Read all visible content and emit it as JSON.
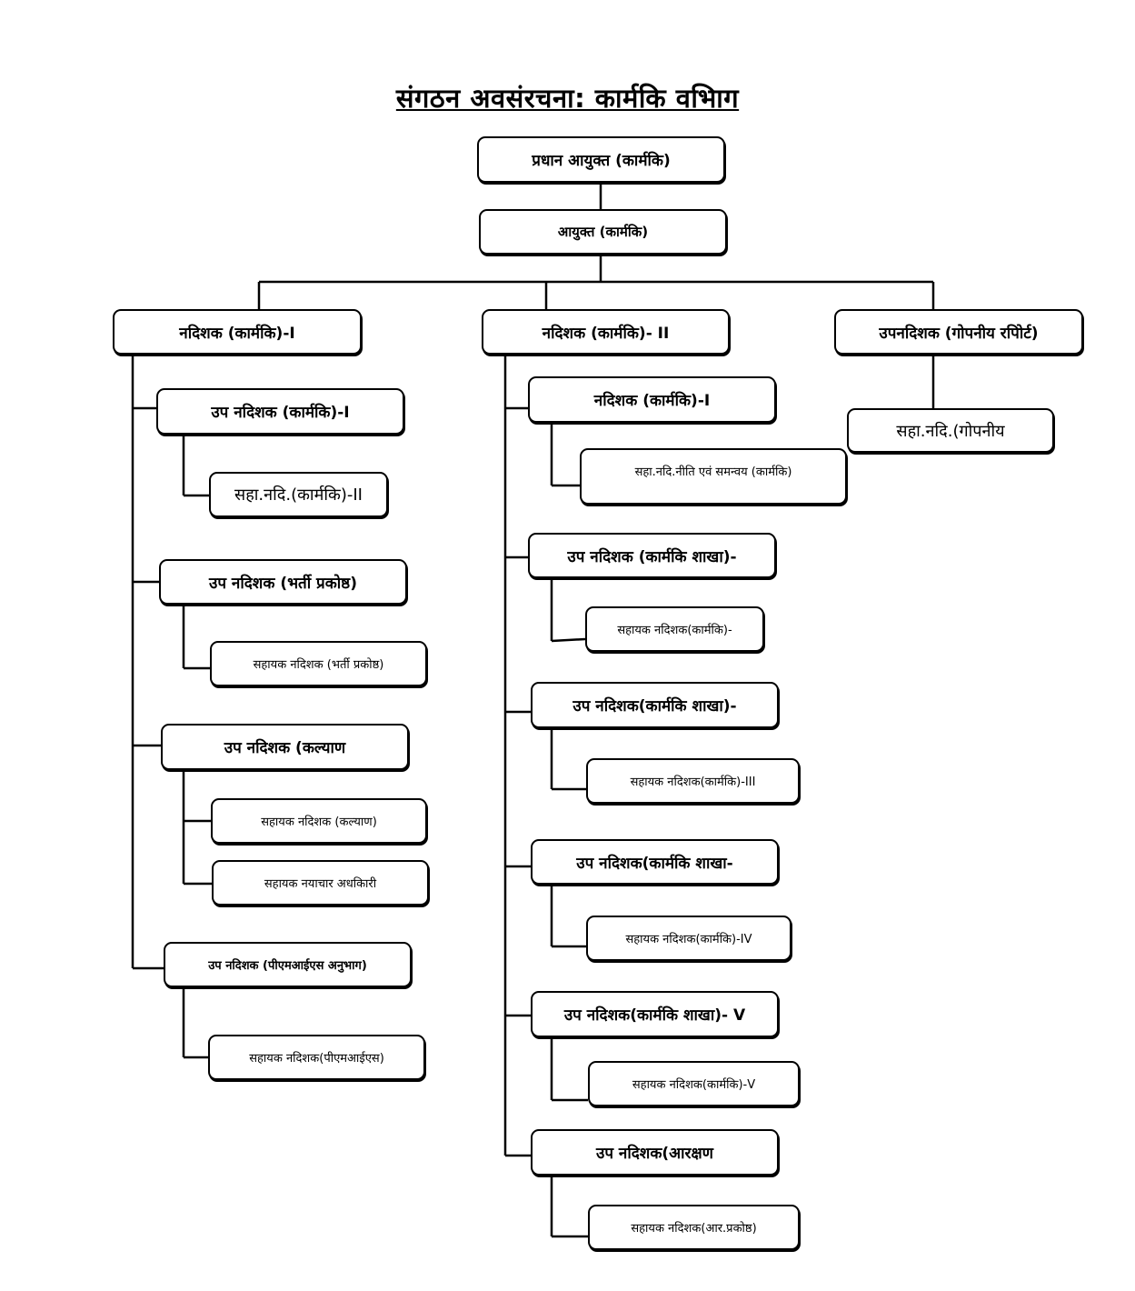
{
  "title": "संगठन अवसंरचना: कार्मकि वभिाग",
  "boxes": {
    "head": "प्रधान आयुक्त (कार्मकि)",
    "commissioner": "आयुक्त (कार्मकि)",
    "dir1": "नदिशक (कार्मकि)-I",
    "dir2": "नदिशक (कार्मकि)- II",
    "confidential": "उपनदिशक (गोपनीय रपिोर्ट)",
    "confidential_asst": "सहा.नदि.(गोपनीय",
    "dir1_dd_personnel": "उप नदिशक (कार्मकि)-I",
    "dir1_ad_personnel": "सहा.नदि.(कार्मकि)-II",
    "dir1_dd_recruitment": "उप नदिशक (भर्ती प्रकोष्ठ)",
    "dir1_ad_recruitment": "सहायक नदिशक (भर्ती प्रकोष्ठ)",
    "dir1_dd_welfare": "उप नदिशक (कल्याण",
    "dir1_ad_welfare": "सहायक नदिशक (कल्याण)",
    "dir1_legal_officer": "सहायक नयाचार अधकिारी",
    "dir1_dd_pmis": "उप नदिशक (पीएमआईएस अनुभाग)",
    "dir1_ad_pmis": "सहायक नदिशक(पीएमआईएस)",
    "dir2_dir_personnel": "नदिशक (कार्मकि)-I",
    "dir2_ad_policy": "सहा.नदि.नीत‍ि एवं समन्वय (कार्मकि)",
    "dir2_dd_branch_a": "उप नदिशक (कार्मकि शाखा)-",
    "dir2_ad_branch_a": "सहायक नदिशक(कार्मकि)-",
    "dir2_dd_branch_b": "उप नदिशक(कार्मकि शाखा)-",
    "dir2_ad_branch_b": "सहायक नदिशक(कार्मकि)-III",
    "dir2_dd_branch_c": "उप नदिशक(कार्मकि शाखा-",
    "dir2_ad_branch_c": "सहायक नदिशक(कार्मकि)-IV",
    "dir2_dd_branch_d": "उप नदिशक(कार्मकि शाखा)- V",
    "dir2_ad_branch_d": "सहायक नदिशक(कार्मकि)-V",
    "dir2_dd_reservation": "उप नदिशक(आरक्षण",
    "dir2_ad_reservation": "सहायक नदिशक(आर.प्रकोष्ठ)"
  }
}
